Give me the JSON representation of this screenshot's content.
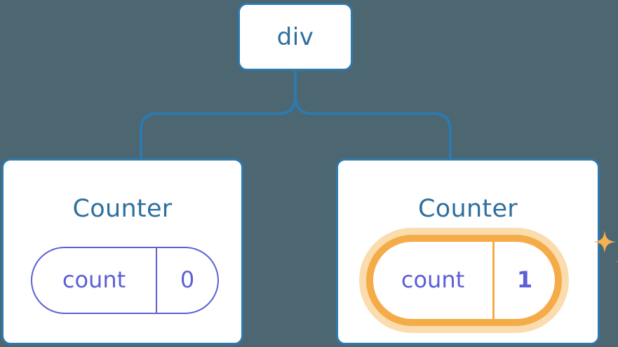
{
  "diagram": {
    "type": "component-tree",
    "background_color": "#4c6672",
    "node_border_color": "#2e79ad",
    "node_text_color": "#2e6f9e",
    "state_color": "#5d60d6",
    "highlight_color": "#f5ab47",
    "highlight_glow_color": "#fbdcae",
    "connector_color": "#2e79ad",
    "root": {
      "label": "div",
      "children_count": 2
    },
    "children": [
      {
        "title": "Counter",
        "state": {
          "key": "count",
          "value": "0"
        },
        "highlighted": false
      },
      {
        "title": "Counter",
        "state": {
          "key": "count",
          "value": "1"
        },
        "highlighted": true,
        "sparkle_icons": [
          "sparkle-large",
          "sparkle-small"
        ]
      }
    ]
  }
}
